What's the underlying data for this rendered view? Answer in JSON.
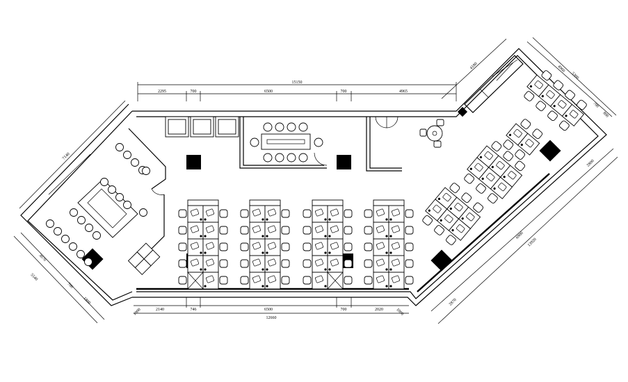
{
  "dimensions": {
    "top": {
      "overall": "15150",
      "segments": [
        "2295",
        "700",
        "6500",
        "700",
        "4965"
      ]
    },
    "bottom": {
      "overall": "12660",
      "segments": [
        "2140",
        "746",
        "6500",
        "700",
        "2020"
      ],
      "left_end": "1000",
      "right_end": "1000"
    },
    "left": {
      "outer": "7140",
      "lower": [
        "3070",
        "5540",
        "700",
        "1800"
      ]
    },
    "right": {
      "top": "4180",
      "upper": [
        "4960",
        "5300",
        "700",
        "800"
      ],
      "lower": [
        "2800",
        "6900",
        "13920",
        "2870"
      ]
    }
  }
}
